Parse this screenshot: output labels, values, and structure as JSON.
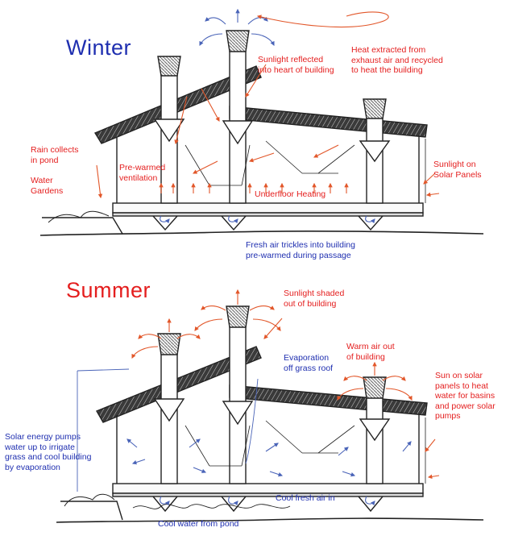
{
  "colors": {
    "red": "#e41e1e",
    "blue": "#1f2fb0",
    "ink": "#222222",
    "arrow_blue": "#4a64b8",
    "arrow_orange": "#e2572a"
  },
  "winter": {
    "title": "Winter",
    "labels": {
      "sunlight_reflected": "Sunlight reflected\ninto heart of building",
      "heat_extracted": "Heat extracted from\nexhaust air and recycled\nto heat the building",
      "rain": "Rain collects\nin pond",
      "water_gardens": "Water\nGardens",
      "prewarmed": "Pre-warmed\nventilation",
      "underfloor": "Underfloor Heating",
      "sunlight_panels": "Sunlight on\nSolar Panels",
      "fresh_air": "Fresh air trickles into building\npre-warmed during passage"
    }
  },
  "summer": {
    "title": "Summer",
    "labels": {
      "sunlight_shaded": "Sunlight shaded\nout of building",
      "evaporation": "Evaporation\noff grass roof",
      "warm_air": "Warm air out\nof building",
      "sun_panels": "Sun on solar\npanels to heat\nwater for basins\nand power solar\npumps",
      "solar_pumps": "Solar energy pumps\nwater up to irrigate\ngrass and cool building\nby evaporation",
      "cool_fresh": "Cool fresh air in",
      "cool_water": "Cool water from pond"
    }
  }
}
